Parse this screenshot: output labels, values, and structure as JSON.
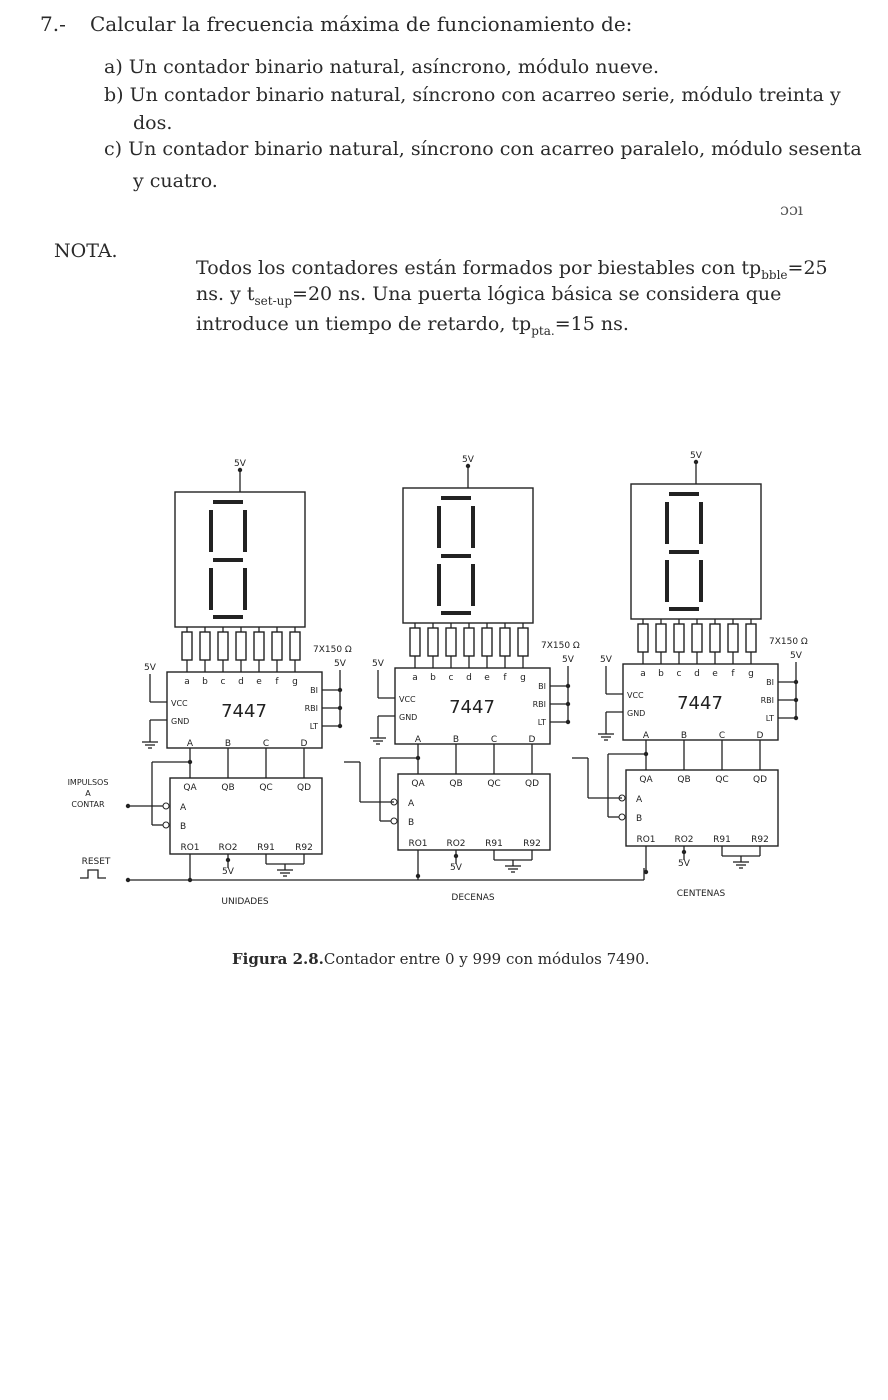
{
  "exercise": {
    "number": "7.-",
    "prompt": "Calcular la frecuencia máxima de funcionamiento de:",
    "items": [
      {
        "label": "a)",
        "text": "Un contador binario natural, asíncrono, módulo nueve."
      },
      {
        "label": "b)",
        "text": "Un contador binario natural, síncrono con acarreo serie, módulo treinta y",
        "continuation": "dos."
      },
      {
        "label": "c)",
        "text": "Un contador binario natural, síncrono con acarreo paralelo, módulo sesenta",
        "continuation": "y cuatro."
      }
    ]
  },
  "page_mark": "ɔɔı",
  "nota": {
    "label": "NOTA.",
    "line1_a": "Todos los contadores están formados por biestables con tp",
    "line1_sub": "bble",
    "line1_b": "=25",
    "line2_a": "ns. y t",
    "line2_sub": "set-up",
    "line2_b": "=20 ns. Una puerta lógica básica se considera que",
    "line3_a": "introduce un tiempo de retardo, tp",
    "line3_sub": "pta.",
    "line3_b": "=15 ns."
  },
  "diagram": {
    "supply": "5V",
    "resistors": "7X150 Ω",
    "decoder": "7447",
    "decoder_pins_top": [
      "a",
      "b",
      "c",
      "d",
      "e",
      "f",
      "g"
    ],
    "decoder_pins_side": [
      "VCC",
      "GND"
    ],
    "decoder_pins_right": [
      "BI",
      "RBI",
      "LT"
    ],
    "decoder_pins_bottom": [
      "A",
      "B",
      "C",
      "D"
    ],
    "counter_outputs": [
      "QA",
      "QB",
      "QC",
      "QD"
    ],
    "counter_inputs": [
      "A",
      "B"
    ],
    "counter_resets": [
      "RO1",
      "RO2",
      "R91",
      "R92"
    ],
    "input_label_1": "IMPULSOS",
    "input_label_2": "A",
    "input_label_3": "CONTAR",
    "reset_label": "RESET",
    "stages": [
      "UNIDADES",
      "DECENAS",
      "CENTENAS"
    ]
  },
  "caption": {
    "bold": "Figura 2.8.",
    "text": "Contador entre 0 y 999 con módulos 7490."
  }
}
